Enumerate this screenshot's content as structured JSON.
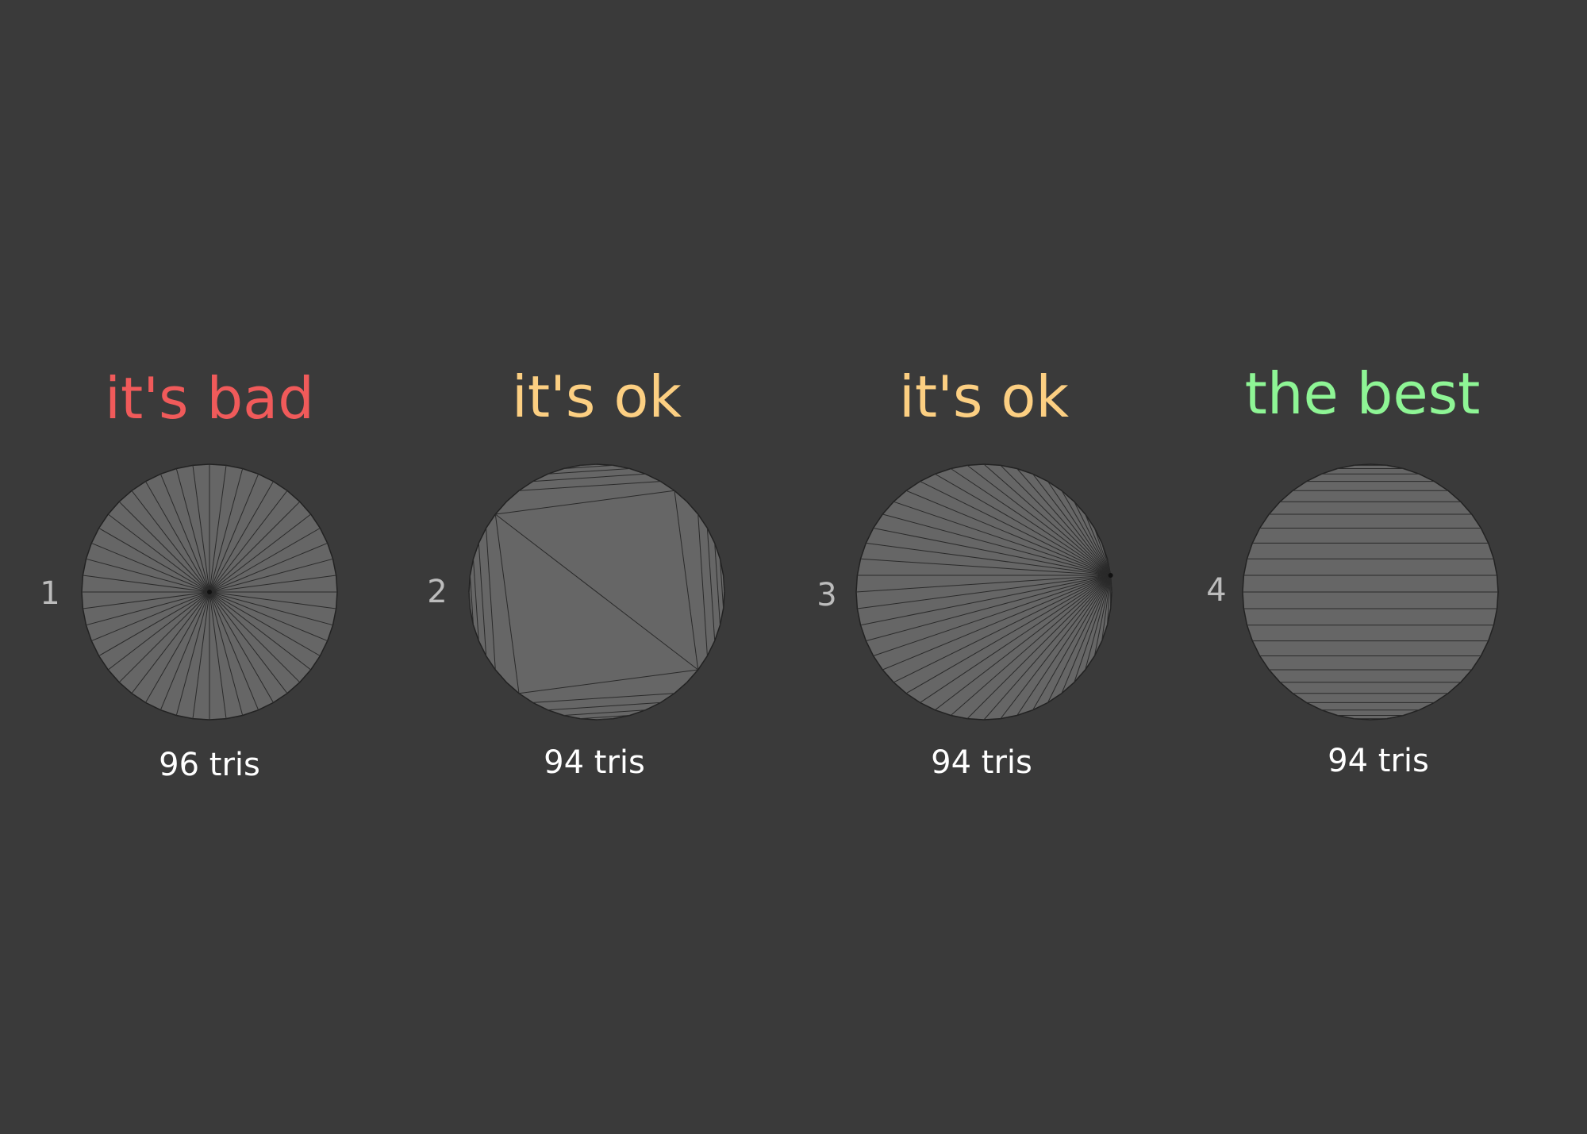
{
  "meshes": [
    {
      "title": "it's bad",
      "title_color": "#f05a5a",
      "index": "1",
      "tris_label": "96 tris",
      "topology": "center-fan"
    },
    {
      "title": "it's ok",
      "title_color": "#fccf82",
      "index": "2",
      "tris_label": "94 tris",
      "topology": "inscribed-square"
    },
    {
      "title": "it's ok",
      "title_color": "#fccf82",
      "index": "3",
      "tris_label": "94 tris",
      "topology": "edge-fan"
    },
    {
      "title": "the best",
      "title_color": "#8ef595",
      "index": "4",
      "tris_label": "94 tris",
      "topology": "horizontal-strips"
    }
  ],
  "colors": {
    "background": "#3a3a3a",
    "mesh_fill": "#666666",
    "wire": "#2a2a2a",
    "index_text": "#bcbcbc",
    "count_text": "#ffffff"
  }
}
